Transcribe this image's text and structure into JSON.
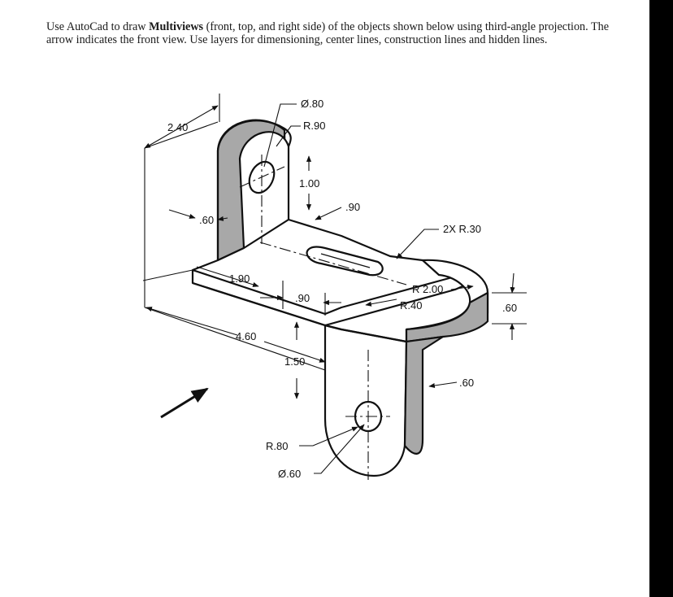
{
  "instructions": {
    "before": "Use AutoCad to draw ",
    "bold": "Multiviews",
    "after": " (front, top, and right side) of the objects shown below using third-angle projection. The arrow indicates the front view. Use layers for dimensioning, center lines, construction lines and hidden lines."
  },
  "drawing": {
    "dimensions": [
      "Ø.80",
      "R.90",
      "2.40",
      "1.00",
      ".90",
      ".60",
      "2X  R.30",
      "1.90",
      "R 2.00",
      ".90",
      "R.40",
      ".60",
      "4.60",
      "1.50",
      ".60",
      "R.80",
      "Ø.60"
    ]
  },
  "colors": {
    "page": "#ffffff",
    "background": "#000000",
    "shading": "#a8a8a8",
    "line": "#111111"
  }
}
